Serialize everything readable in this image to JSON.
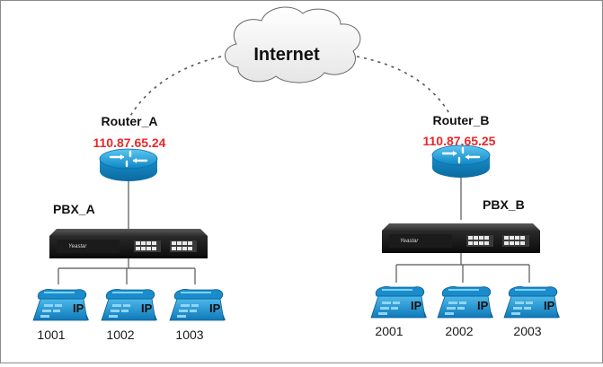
{
  "cloud": {
    "label": "Internet"
  },
  "sites": [
    {
      "router_label": "Router_A",
      "router_ip": "110.87.65.24",
      "pbx_label": "PBX_A",
      "pbx_brand": "Yeastar",
      "phones": [
        {
          "ext": "1001"
        },
        {
          "ext": "1002"
        },
        {
          "ext": "1003"
        }
      ]
    },
    {
      "router_label": "Router_B",
      "router_ip": "110.87.65.25",
      "pbx_label": "PBX_B",
      "pbx_brand": "Yeastar",
      "phones": [
        {
          "ext": "2001"
        },
        {
          "ext": "2002"
        },
        {
          "ext": "2003"
        }
      ]
    }
  ],
  "phone_badge": "IP",
  "colors": {
    "ip_text": "#e8282a",
    "router": "#1b9fd8",
    "phone": "#1c8fd0",
    "link": "#555555"
  }
}
